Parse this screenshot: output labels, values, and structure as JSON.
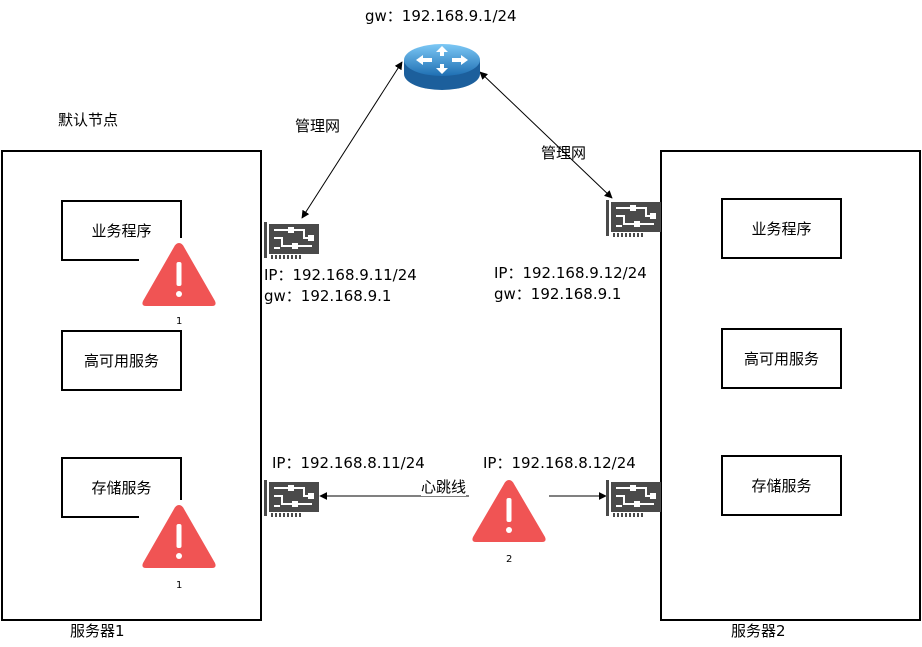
{
  "router": {
    "gw_label": "gw：192.168.9.1/24",
    "icon": "router-icon"
  },
  "default_node_label": "默认节点",
  "links": {
    "mgmt_left": "管理网",
    "mgmt_right": "管理网",
    "heartbeat": "心跳线"
  },
  "nic": {
    "left_mgmt": {
      "ip": "IP：192.168.9.11/24",
      "gw": "gw：192.168.9.1"
    },
    "right_mgmt": {
      "ip": "IP：192.168.9.12/24",
      "gw": "gw：192.168.9.1"
    },
    "left_hb": {
      "ip": "IP：192.168.8.11/24"
    },
    "right_hb": {
      "ip": "IP：192.168.8.12/24"
    }
  },
  "server1": {
    "name": "服务器1",
    "services": [
      "业务程序",
      "高可用服务",
      "存储服务"
    ]
  },
  "server2": {
    "name": "服务器2",
    "services": [
      "业务程序",
      "高可用服务",
      "存储服务"
    ]
  },
  "alerts": [
    {
      "label": "1"
    },
    {
      "label": "1"
    },
    {
      "label": "2"
    }
  ],
  "colors": {
    "alert": "#f05454",
    "router": "#3a9bd9",
    "nic": "#4a4a4a",
    "line": "#000000"
  }
}
